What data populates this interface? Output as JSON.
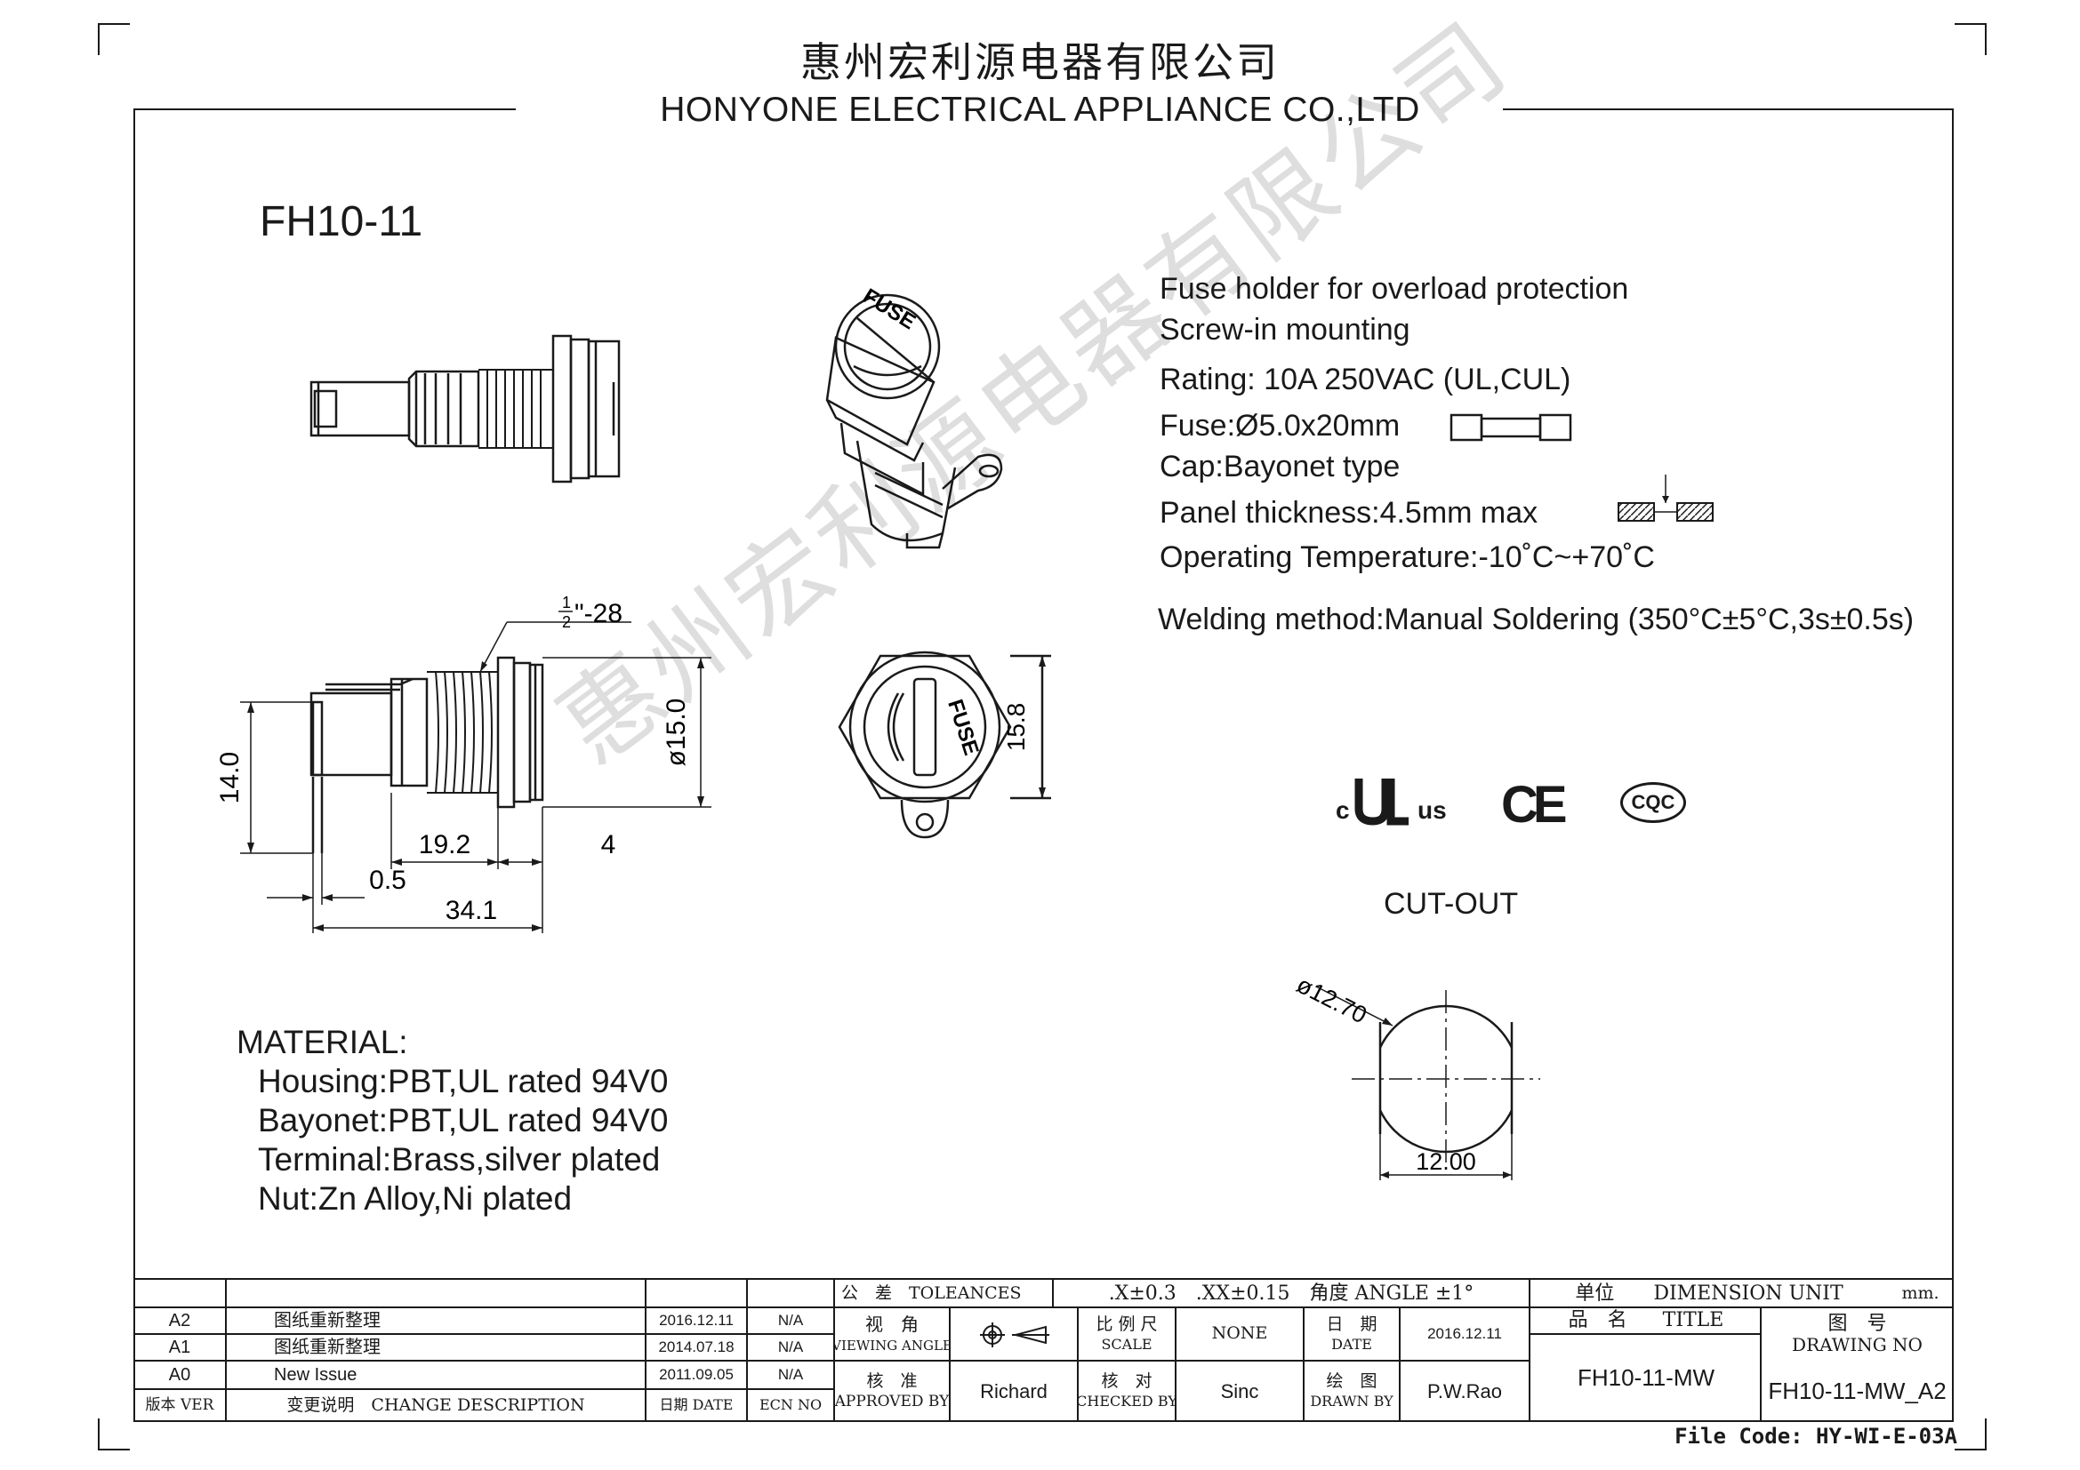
{
  "header": {
    "company_cn": "惠州宏利源电器有限公司",
    "company_en": "HONYONE ELECTRICAL APPLIANCE  CO.,LTD"
  },
  "model": "FH10-11",
  "specs": [
    "Fuse holder for overload protection",
    "Screw-in mounting",
    "Rating: 10A 250VAC (UL,CUL)",
    "Fuse:Ø5.0x20mm",
    "Cap:Bayonet type",
    "Panel thickness:4.5mm max",
    "Operating Temperature:-10˚C~+70˚C",
    "Welding method:Manual Soldering (350°C±5°C,3s±0.5s)"
  ],
  "certs": {
    "ul_c": "c",
    "ul_us": "us",
    "ce": "CE",
    "cqc": "CQC"
  },
  "material": {
    "heading": "MATERIAL:",
    "items": [
      "Housing:PBT,UL rated 94V0",
      "Bayonet:PBT,UL rated 94V0",
      "Terminal:Brass,silver  plated",
      "Nut:Zn Alloy,Ni plated"
    ]
  },
  "drawing": {
    "cap_label": "FUSE",
    "thread_num": "1",
    "thread_den": "2",
    "thread_suffix": "\"-28",
    "dim_height": "14.0",
    "dim_dia": "ø15.0",
    "dim_body": "19.2",
    "dim_nut": "4",
    "dim_gap": "0.5",
    "dim_total": "34.1",
    "dim_front": "15.8",
    "cutout_title": "CUT-OUT",
    "cutout_dia": "ø12.70",
    "cutout_flat": "12.00"
  },
  "watermark": "惠州宏利源电器有限公司",
  "title_block": {
    "tol_label": "公　差　TOLEANCES",
    "tol_value": ".X±0.3　.XX±0.15　角度 ANGLE ±1°",
    "unit_label": "单位　　DIMENSION UNIT",
    "unit_value": "mm.",
    "view_cn": "视　角",
    "view_en": "VIEWING ANGLE",
    "scale_cn": "比 例 尺",
    "scale_en": "SCALE",
    "scale_value": "NONE",
    "date_cn": "日　期",
    "date_en": "DATE",
    "date_value": "2016.12.11",
    "title_cn": "品　名",
    "title_en": "TITLE",
    "drawno_cn": "图　号",
    "drawno_en": "DRAWING NO",
    "approved_cn": "核　准",
    "approved_en": "APPROVED BY",
    "approved_value": "Richard",
    "checked_cn": "核　对",
    "checked_en": "CHECKED BY",
    "checked_value": "Sinc",
    "drawn_cn": "绘　图",
    "drawn_en": "DRAWN BY",
    "drawn_value": "P.W.Rao",
    "title_value": "FH10-11-MW",
    "drawno_value": "FH10-11-MW_A2",
    "revisions": [
      {
        "ver": "A2",
        "desc": "图纸重新整理",
        "date": "2016.12.11",
        "ecn": "N/A"
      },
      {
        "ver": "A1",
        "desc": "图纸重新整理",
        "date": "2014.07.18",
        "ecn": "N/A"
      },
      {
        "ver": "A0",
        "desc": "New Issue",
        "date": "2011.09.05",
        "ecn": "N/A"
      }
    ],
    "hdr_ver": "版本 VER",
    "hdr_desc": "变更说明　CHANGE  DESCRIPTION",
    "hdr_date": "日期 DATE",
    "hdr_ecn": "ECN NO"
  },
  "file_code": "File Code: HY-WI-E-03A"
}
